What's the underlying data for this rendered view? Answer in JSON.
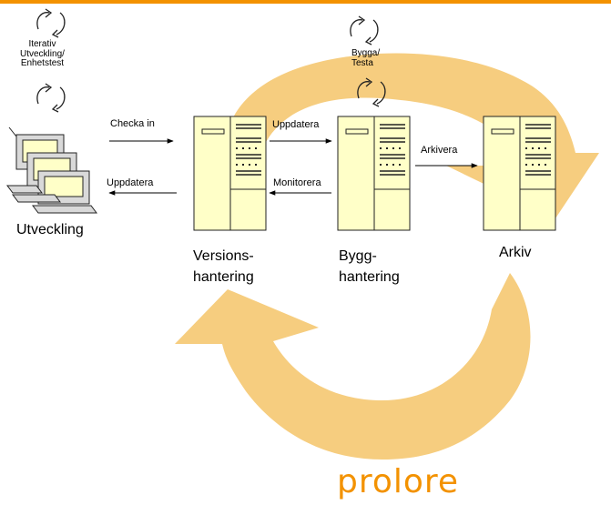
{
  "colors": {
    "top_bar": "#f39200",
    "cycle_arrow": "#f5c469",
    "server_fill": "#ffffc8",
    "logo": "#f39200"
  },
  "icons": {
    "dev_loop": "circular-arrows-icon",
    "build_loop": "circular-arrows-icon",
    "workstations": "computer-workstations-icon",
    "version_server": "server-icon",
    "build_server": "server-icon",
    "archive_server": "server-icon"
  },
  "labels": {
    "iterative": [
      "Iterativ",
      "Utveckling/",
      "Enhetstest"
    ],
    "build_test": [
      "Bygga/",
      "Testa"
    ],
    "check_in": "Checka in",
    "update_left": "Uppdatera",
    "update_right": "Uppdatera",
    "monitor": "Monitorera",
    "archive_action": "Arkivera"
  },
  "nodes": {
    "development": "Utveckling",
    "version_control": [
      "Versions-",
      "hantering"
    ],
    "build_management": [
      "Bygg-",
      "hantering"
    ],
    "archive": "Arkiv"
  },
  "logo": "prolore"
}
